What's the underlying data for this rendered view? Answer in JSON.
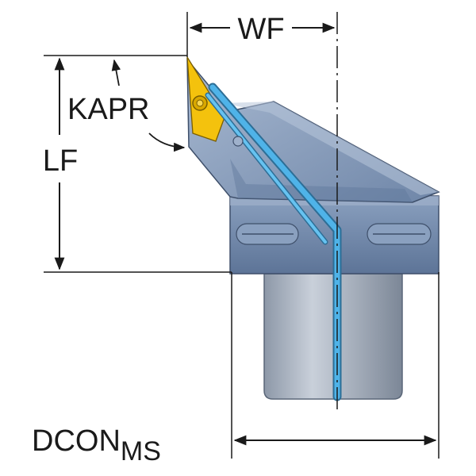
{
  "labels": {
    "wf": "WF",
    "kapr": "KAPR",
    "lf": "LF",
    "dcon_main": "DCON",
    "dcon_sub": "MS"
  },
  "colors": {
    "holder_body": "#7f95b5",
    "holder_dark": "#4d6282",
    "shank": "#9aa6b8",
    "coolant": "#4fb3e8",
    "insert": "#f4c20d",
    "line": "#1a1a1a"
  }
}
